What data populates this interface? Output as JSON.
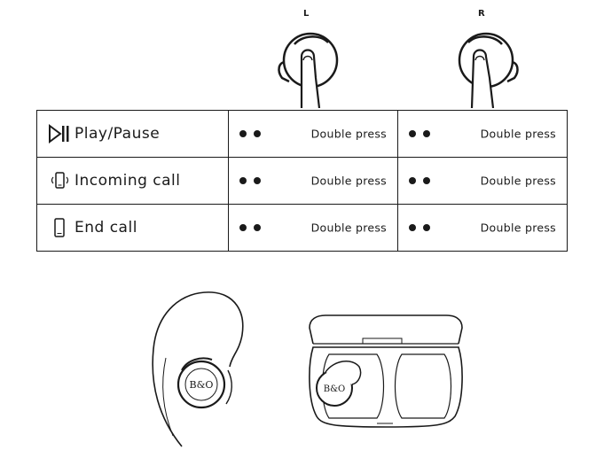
{
  "ears": {
    "left": "L",
    "right": "R"
  },
  "rows": [
    {
      "icon": "play-pause-icon",
      "function": "Play/Pause",
      "left": {
        "gesture": "Double press"
      },
      "right": {
        "gesture": "Double press"
      }
    },
    {
      "icon": "incoming-call-phone-icon",
      "function": "Incoming call",
      "left": {
        "gesture": "Double press"
      },
      "right": {
        "gesture": "Double press"
      }
    },
    {
      "icon": "end-call-phone-icon",
      "function": "End call",
      "left": {
        "gesture": "Double press"
      },
      "right": {
        "gesture": "Double press"
      }
    }
  ],
  "logo_text": "B&O"
}
